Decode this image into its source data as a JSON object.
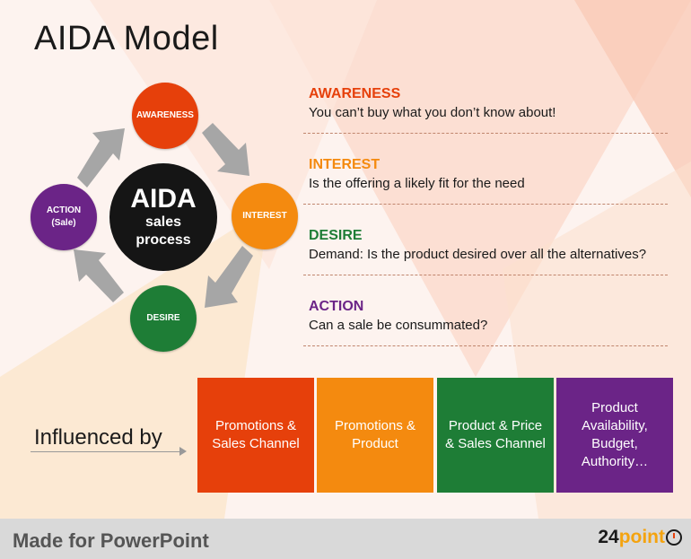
{
  "slide": {
    "title": "AIDA Model"
  },
  "cycle": {
    "center": {
      "line1": "AIDA",
      "line2": "sales",
      "line3": "process"
    },
    "awareness": "AWARENESS",
    "interest": "INTEREST",
    "desire": "DESIRE",
    "action_line1": "ACTION",
    "action_line2": "(Sale)"
  },
  "stages": [
    {
      "name": "AWARENESS",
      "text": "You can’t buy what you don’t know about!",
      "color": "#e6400b"
    },
    {
      "name": "INTEREST",
      "text": "Is the offering a likely fit for the need",
      "color": "#f48a0f"
    },
    {
      "name": "DESIRE",
      "text": "Demand: Is the product desired over all the alternatives?",
      "color": "#1e7d36"
    },
    {
      "name": "ACTION",
      "text": "Can a sale be consummated?",
      "color": "#6b2487"
    }
  ],
  "influenced": {
    "label": "Influenced by",
    "boxes": [
      "Promotions & Sales Channel",
      "Promotions & Product",
      "Product & Price & Sales Channel",
      "Product Availability, Budget, Authority…"
    ]
  },
  "footer": {
    "text": "Made for PowerPoint",
    "logo_number": "24",
    "logo_word": "point"
  }
}
